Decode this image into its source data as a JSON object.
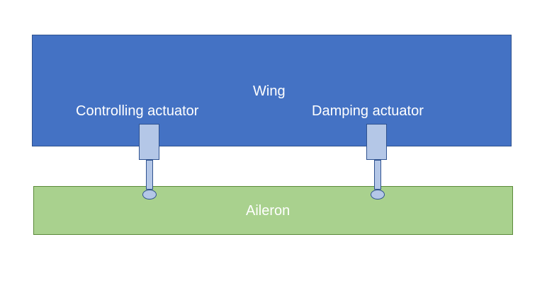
{
  "diagram": {
    "wing": {
      "label": "Wing",
      "color": "#4472c4"
    },
    "aileron": {
      "label": "Aileron",
      "color": "#a9d18e"
    },
    "actuators": {
      "controlling": {
        "label": "Controlling actuator"
      },
      "damping": {
        "label": "Damping actuator"
      }
    },
    "actuator_color": "#b4c7e7",
    "text_color": "#ffffff"
  }
}
